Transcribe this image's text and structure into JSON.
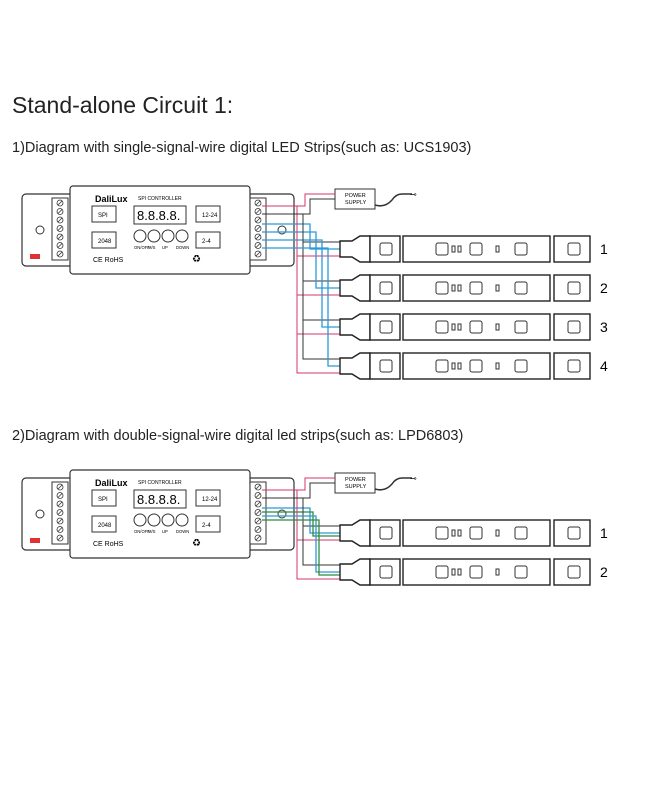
{
  "page_title": "Stand-alone Circuit 1:",
  "sections": [
    {
      "heading": "1)Diagram with single-signal-wire digital LED Strips(such as: UCS1903)",
      "strips": [
        "1",
        "2",
        "3",
        "4"
      ],
      "data_wires": 1
    },
    {
      "heading": "2)Diagram with double-signal-wire digital led strips(such as: LPD6803)",
      "strips": [
        "1",
        "2"
      ],
      "data_wires": 2
    }
  ],
  "controller": {
    "brand": "DaliLux",
    "model": "SPI CONTROLLER",
    "display": "8.8.8.8.",
    "mode_label": "SPI",
    "pixels_label": "2048",
    "voltage_label": "12-24",
    "channels_label": "2-4",
    "certifications": "CE RoHS",
    "buttons": [
      "ON/OFF",
      "M/S",
      "UP",
      "DOWN"
    ]
  },
  "power_supply": {
    "label_line1": "POWER",
    "label_line2": "SUPPLY"
  },
  "colors": {
    "power_wire": "#d6336c",
    "ground_wire": "#333333",
    "data_wire": "#2a9ad8",
    "clock_wire": "#2e8b3a"
  }
}
